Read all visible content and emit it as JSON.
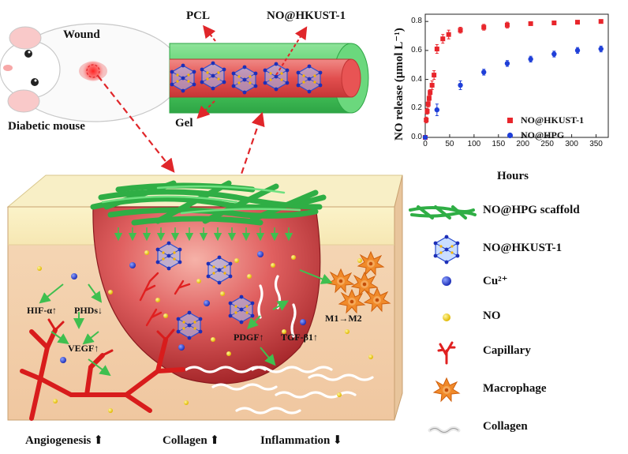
{
  "mouse": {
    "label": "Diabetic mouse",
    "wound_label": "Wound"
  },
  "fiber": {
    "pcl_label": "PCL",
    "mof_label": "NO@HKUST-1",
    "gel_label": "Gel"
  },
  "tissue": {
    "hif_label": "HIF-α↑",
    "phd_label": "PHDs↓",
    "vegf_label": "VEGF↑",
    "pdgf_label": "PDGF↑",
    "tgf_label": "TGF-β1↑",
    "m1m2_label": "M1→M2"
  },
  "outcomes": [
    {
      "label": "Angiogenesis",
      "arrow": "⬆"
    },
    {
      "label": "Collagen",
      "arrow": "⬆"
    },
    {
      "label": "Inflammation",
      "arrow": "⬇"
    }
  ],
  "legend": [
    {
      "icon": "scaffold-icon",
      "label": "NO@HPG scaffold"
    },
    {
      "icon": "mof-crystal-icon",
      "label": "NO@HKUST-1"
    },
    {
      "icon": "copper-ion-icon",
      "label": "Cu²⁺"
    },
    {
      "icon": "no-molecule-icon",
      "label": "NO"
    },
    {
      "icon": "capillary-icon",
      "label": "Capillary"
    },
    {
      "icon": "macrophage-icon",
      "label": "Macrophage"
    },
    {
      "icon": "collagen-icon",
      "label": "Collagen"
    }
  ],
  "colors": {
    "series_hkust": "#e8252b",
    "series_hpg": "#1f3fd8",
    "scaffold_green": "#3fbf4f",
    "wound_red": "#d84a4a",
    "skin_top": "#f7eec0",
    "tissue": "#f3d2b2"
  },
  "chart_data": {
    "type": "scatter",
    "xlabel": "Hours",
    "ylabel": "NO release (μmol L⁻¹)",
    "xlim": [
      0,
      375
    ],
    "ylim": [
      0,
      0.85
    ],
    "xticks": [
      0,
      50,
      100,
      150,
      200,
      250,
      300,
      350
    ],
    "yticks": [
      0.0,
      0.2,
      0.4,
      0.6,
      0.8
    ],
    "ytick_labels": [
      "0.0",
      "0.2",
      "0.4",
      "0.6",
      "0.8"
    ],
    "legend_position": "bottom-right",
    "series": [
      {
        "name": "NO@HKUST-1",
        "marker": "square",
        "x": [
          0,
          2,
          4,
          6,
          8,
          10,
          14,
          18,
          24,
          36,
          48,
          72,
          120,
          168,
          216,
          264,
          312,
          360
        ],
        "y": [
          0.0,
          0.12,
          0.18,
          0.23,
          0.27,
          0.31,
          0.36,
          0.43,
          0.61,
          0.68,
          0.71,
          0.74,
          0.76,
          0.775,
          0.785,
          0.79,
          0.795,
          0.8
        ],
        "err": [
          0,
          0.02,
          0.02,
          0.02,
          0.02,
          0.02,
          0.03,
          0.03,
          0.03,
          0.03,
          0.03,
          0.02,
          0.02,
          0.02,
          0.01,
          0.01,
          0.01,
          0.01
        ]
      },
      {
        "name": "NO@HPG",
        "marker": "circle",
        "x": [
          0,
          24,
          72,
          120,
          168,
          216,
          264,
          312,
          360
        ],
        "y": [
          0.0,
          0.19,
          0.36,
          0.45,
          0.51,
          0.54,
          0.575,
          0.6,
          0.61
        ],
        "err": [
          0,
          0.04,
          0.03,
          0.02,
          0.02,
          0.02,
          0.02,
          0.02,
          0.02
        ]
      }
    ]
  }
}
